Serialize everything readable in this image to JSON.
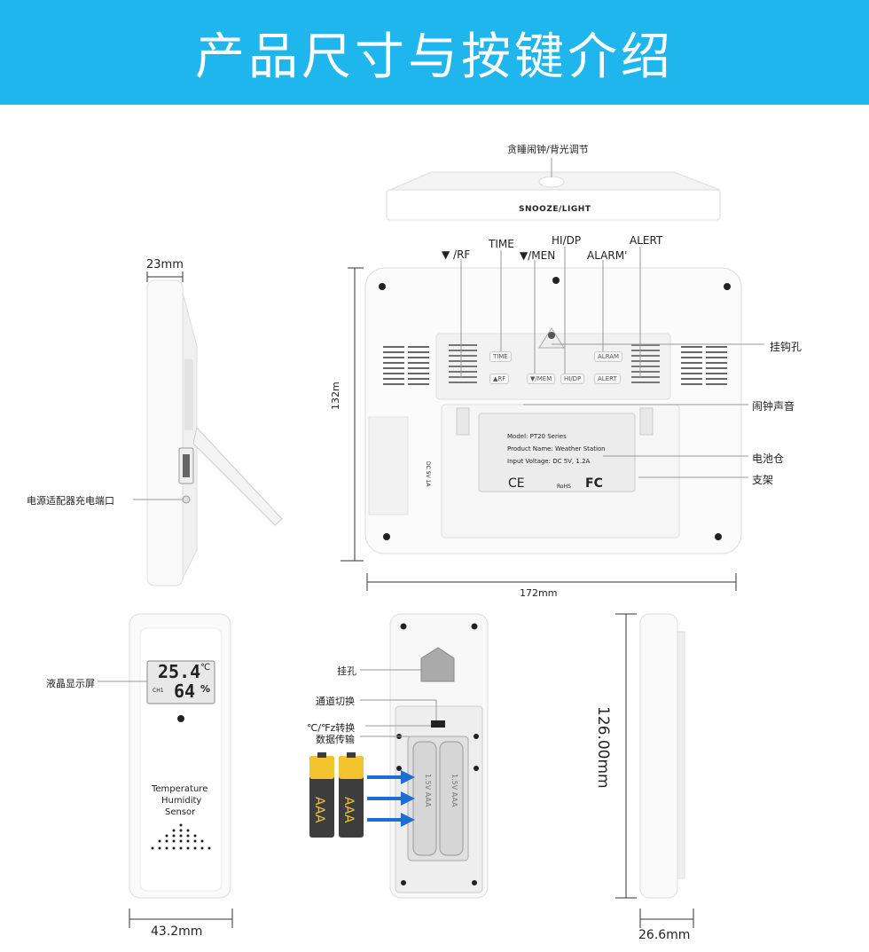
{
  "banner": {
    "title": "产品尺寸与按键介绍"
  },
  "top_view": {
    "callout": "贪睡闹钟/背光调节",
    "button_text": "SNOOZE/LIGHT"
  },
  "side_view": {
    "width_dim": "23mm",
    "port_callout": "电源适配器充电端口"
  },
  "back_view": {
    "button_labels": {
      "rf": "▼ /RF",
      "time": "TIME",
      "men": "▼/MEN",
      "hidp": "HI/DP",
      "alarm": "ALARM'",
      "alert": "ALERT"
    },
    "button_faces": {
      "time": "TIME",
      "rf": "▲RF",
      "men": "▼/MEM",
      "hidp": "HI/DP",
      "alarm": "ALRAM",
      "alert": "ALERT"
    },
    "callouts": {
      "hook": "挂钩孔",
      "alarm_sound": "闹钟声音",
      "battery": "电池仓",
      "stand": "支架"
    },
    "height_dim": "132m",
    "width_dim": "172mm",
    "dc_port": "DC 5V 1A",
    "label_plate": {
      "model": "Model: PT20 Series",
      "product": "Product Name: Weather Station",
      "input": "Input Voltage: DC 5V, 1.2A",
      "ce": "CE",
      "fc": "FC",
      "rohs": "RoHS"
    }
  },
  "sensor_front": {
    "lcd_callout": "液晶显示屏",
    "temp": "25.4",
    "temp_unit": "℃",
    "humidity": "64",
    "humidity_unit": "%",
    "channel": "CH1",
    "text_line1": "Temperature",
    "text_line2": "Humidity",
    "text_line3": "Sensor",
    "width_dim": "43.2mm"
  },
  "sensor_back": {
    "callouts": {
      "hang_hole": "挂孔",
      "channel_switch": "通道切换",
      "unit_switch": "℃/℉z转换",
      "data_tx": "数据传输"
    },
    "battery_label": "AAA",
    "battery_print": "1.5V AAA"
  },
  "sensor_side": {
    "height_dim": "126.00mm",
    "depth_dim": "26.6mm"
  },
  "colors": {
    "banner": "#1fb6ee",
    "battery_yellow": "#f2c530",
    "battery_gray": "#3d3d3d",
    "arrow_blue": "#1a6fd1"
  }
}
